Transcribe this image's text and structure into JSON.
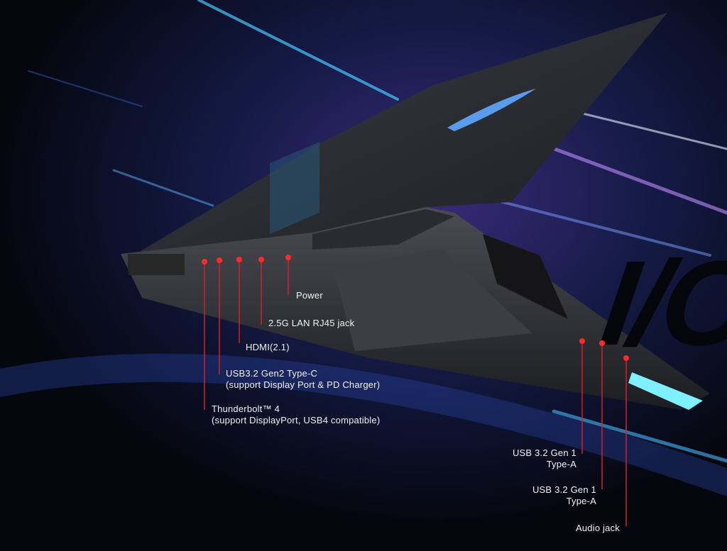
{
  "title_graphic": "I/O",
  "colors": {
    "accent_red": "#e0222a",
    "background": "#070a1a",
    "streak_blue": "#3fa9ff",
    "streak_purple": "#9a4dff"
  },
  "ports_left": [
    {
      "label": "Power"
    },
    {
      "label": "2.5G LAN RJ45 jack"
    },
    {
      "label": "HDMI(2.1)"
    },
    {
      "label_line1": "USB3.2 Gen2 Type-C",
      "label_line2": "(support Display Port & PD Charger)"
    },
    {
      "label_line1": "Thunderbolt™ 4",
      "label_line2": "(support DisplayPort, USB4 compatible)"
    }
  ],
  "ports_right": [
    {
      "label_line1": "USB 3.2 Gen 1",
      "label_line2": "Type-A"
    },
    {
      "label_line1": "USB 3.2 Gen 1",
      "label_line2": "Type-A"
    },
    {
      "label": "Audio jack"
    }
  ]
}
